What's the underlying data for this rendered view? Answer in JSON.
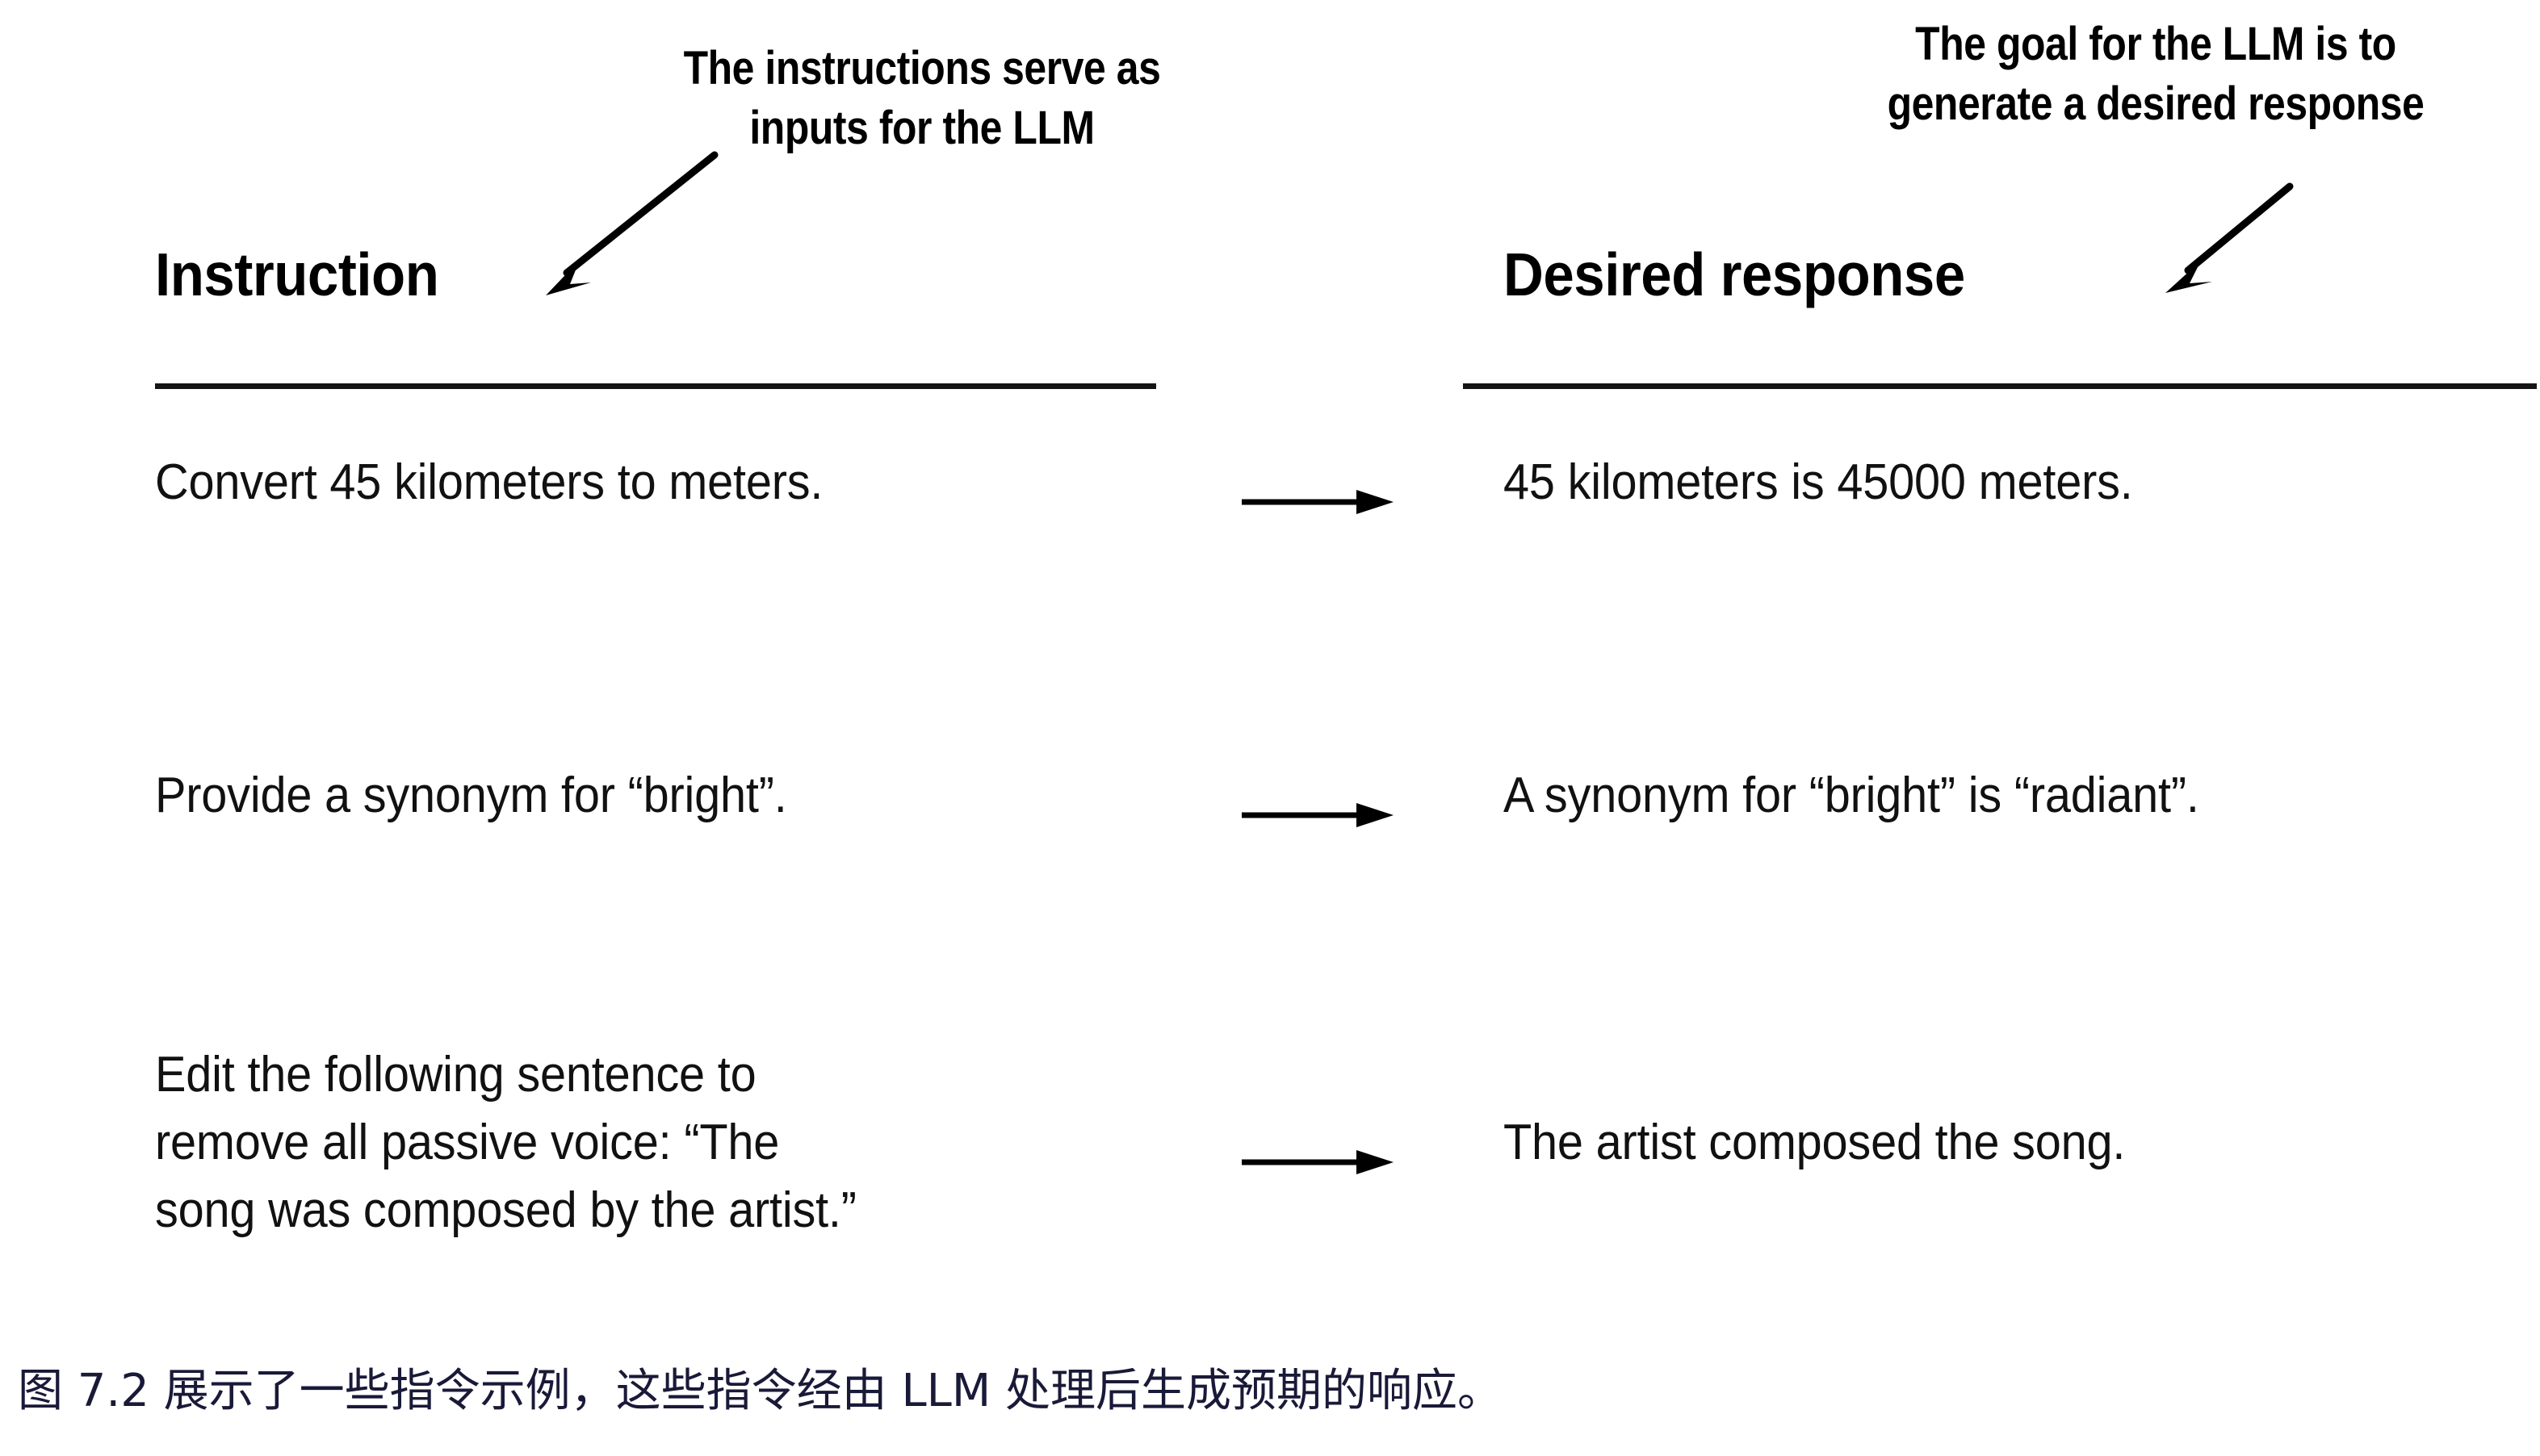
{
  "figure": {
    "annotations": {
      "left": "The instructions serve as\ninputs for the LLM",
      "right": "The goal for the LLM is to\ngenerate a desired response"
    },
    "columns": {
      "instruction_header": "Instruction",
      "response_header": "Desired response"
    },
    "arrow_icon_name": "right-arrow-icon",
    "rows": [
      {
        "instruction": "Convert 45 kilometers to meters.",
        "response": "45 kilometers is 45000 meters."
      },
      {
        "instruction": "Provide a synonym for “bright”.",
        "response": "A synonym for “bright” is “radiant”."
      },
      {
        "instruction": "Edit the following sentence to\nremove all passive voice: “The\nsong was composed by the artist.”",
        "response": "The artist composed the song."
      }
    ]
  },
  "caption": {
    "text": "图 7.2 展示了一些指令示例，这些指令经由 LLM 处理后生成预期的响应。"
  },
  "colors": {
    "ink": "#000000",
    "rule": "#151515",
    "caption": "#191938",
    "background": "#ffffff"
  }
}
